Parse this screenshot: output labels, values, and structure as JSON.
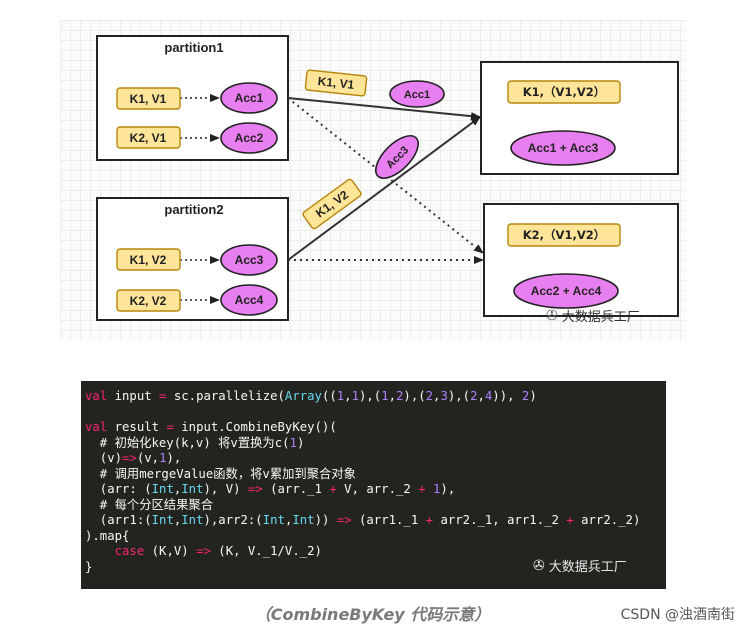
{
  "diagram": {
    "partition1_title": "partition1",
    "partition2_title": "partition2",
    "p1_k1": "K1, V1",
    "p1_k2": "K2, V1",
    "p2_k1": "K1, V2",
    "p2_k2": "K2, V2",
    "acc1": "Acc1",
    "acc2": "Acc2",
    "acc3": "Acc3",
    "acc4": "Acc4",
    "label_k1v1": "K1, V1",
    "label_acc1": "Acc1",
    "label_acc3": "Acc3",
    "label_k1v2": "K1, V2",
    "result1_key": "K1,（V1,V2）",
    "result1_acc": "Acc1 + Acc3",
    "result2_key": "K2,（V1,V2）",
    "result2_acc": "Acc2 + Acc4",
    "watermark": "大数据兵工厂",
    "colors": {
      "key_fill": "#ffe599",
      "key_stroke": "#b8860b",
      "acc_fill": "#e87ff0",
      "acc_stroke": "#222222"
    }
  },
  "code": {
    "watermark": "大数据兵工厂"
  },
  "caption": "（CombineByKey 代码示意）",
  "credit": "CSDN @浊酒南街"
}
